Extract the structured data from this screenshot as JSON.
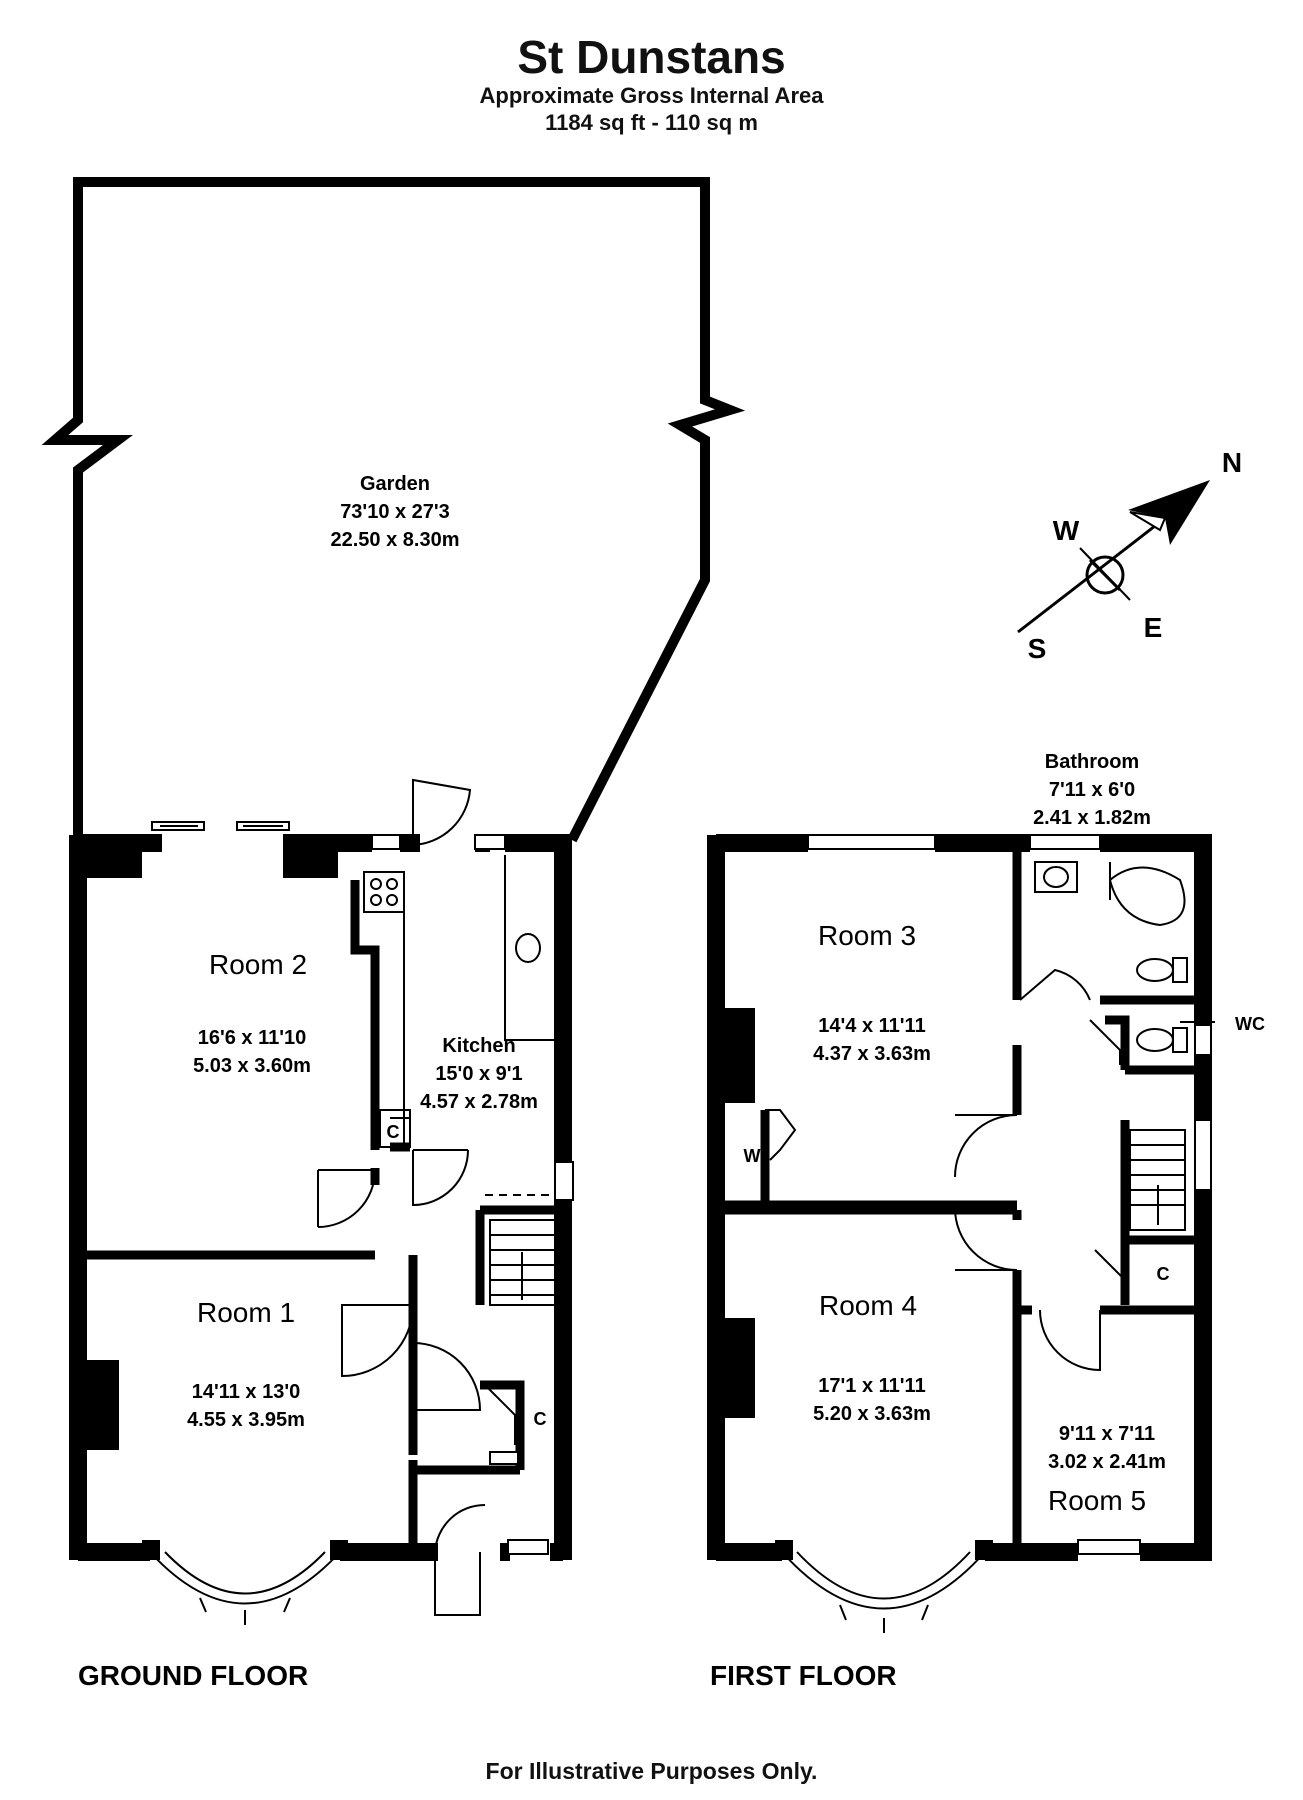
{
  "header": {
    "title": "St Dunstans",
    "area_label": "Approximate Gross Internal Area",
    "area_value": "1184 sq ft - 110 sq m"
  },
  "ground_floor": {
    "label": "GROUND FLOOR",
    "garden": {
      "name": "Garden",
      "imperial": "73'10 x 27'3",
      "metric": "22.50 x 8.30m"
    },
    "room2": {
      "name": "Room 2",
      "imperial": "16'6 x 11'10",
      "metric": "5.03 x 3.60m"
    },
    "kitchen": {
      "name": "Kitchen",
      "imperial": "15'0 x 9'1",
      "metric": "4.57 x 2.78m"
    },
    "room1": {
      "name": "Room 1",
      "imperial": "14'11 x 13'0",
      "metric": "4.55 x 3.95m"
    },
    "cupboard_a": "C",
    "cupboard_b": "C"
  },
  "first_floor": {
    "label": "FIRST FLOOR",
    "bathroom": {
      "name": "Bathroom",
      "imperial": "7'11 x 6'0",
      "metric": "2.41 x 1.82m"
    },
    "room3": {
      "name": "Room 3",
      "imperial": "14'4 x 11'11",
      "metric": "4.37 x 3.63m"
    },
    "room4": {
      "name": "Room 4",
      "imperial": "17'1 x 11'11",
      "metric": "5.20 x 3.63m"
    },
    "room5": {
      "name": "Room 5",
      "imperial": "9'11 x 7'11",
      "metric": "3.02 x 2.41m"
    },
    "wc": "WC",
    "wardrobe": "W",
    "cupboard": "C"
  },
  "compass": {
    "n": "N",
    "s": "S",
    "e": "E",
    "w": "W"
  },
  "footer": "For Illustrative Purposes Only."
}
